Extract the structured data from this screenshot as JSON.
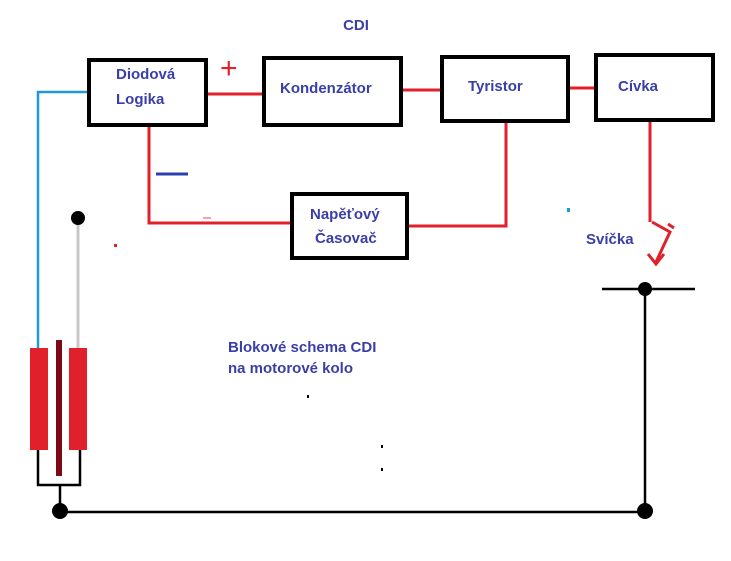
{
  "diagram": {
    "title": "CDI",
    "caption_line1": "Blokové schema CDI",
    "caption_line2": "na motorové kolo",
    "blocks": {
      "diode_logic_line1": "Diodová",
      "diode_logic_line2": "Logika",
      "capacitor": "Kondenzátor",
      "thyristor": "Tyristor",
      "coil": "Cívka",
      "timer_line1": "Napěťový",
      "timer_line2": "Časovač"
    },
    "spark_plug_label": "Svíčka",
    "plus_symbol": "+",
    "colors": {
      "wire_red": "#e0202a",
      "wire_blue": "#1e9ad6",
      "wire_black": "#000000",
      "text_blue": "#3a3fa8",
      "minus_blue": "#2b3fb0",
      "magnet_dark_red": "#7a0a16",
      "probe_gray": "#c8c8c8"
    }
  }
}
